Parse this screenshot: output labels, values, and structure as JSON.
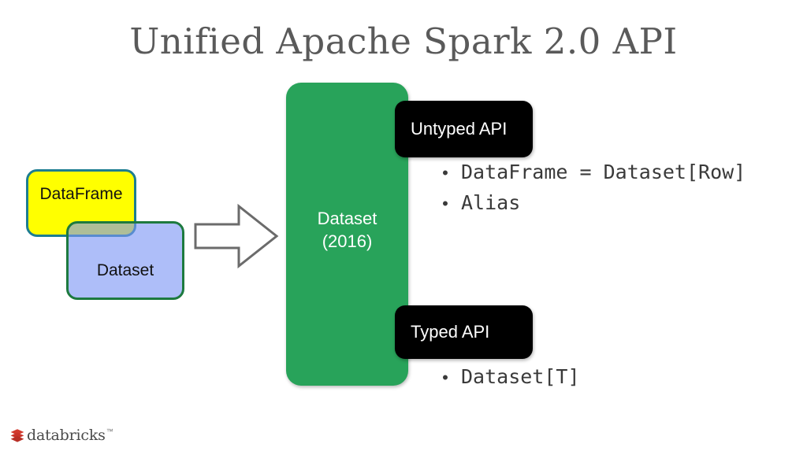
{
  "slide": {
    "title": "Unified Apache Spark 2.0 API",
    "background_color": "#ffffff"
  },
  "left_diagram": {
    "dataframe_box": {
      "label": "DataFrame",
      "fill_color": "#ffff00",
      "border_color": "#1d7d91"
    },
    "dataset_box": {
      "label": "Dataset",
      "fill_color": "#7d96f5",
      "border_color": "#1d7a3f"
    },
    "arrow": {
      "icon": "arrow-right-outline-icon",
      "stroke_color": "#6b6b6b"
    }
  },
  "center_panel": {
    "line1": "Dataset",
    "line2": "(2016)",
    "fill_color": "#28a35a",
    "text_color": "#ffffff"
  },
  "api_sections": [
    {
      "chip_label": "Untyped API",
      "chip_color": "#000000",
      "bullets": [
        {
          "marker": "•",
          "text": "DataFrame = Dataset[Row]"
        },
        {
          "marker": "•",
          "text": "Alias"
        }
      ]
    },
    {
      "chip_label": "Typed API",
      "chip_color": "#000000",
      "bullets": [
        {
          "marker": "•",
          "text": "Dataset[T]"
        }
      ]
    }
  ],
  "footer": {
    "logo_mark": "databricks-stack-icon",
    "logo_mark_color": "#cc3333",
    "wordmark": "databricks",
    "trademark": "™"
  }
}
